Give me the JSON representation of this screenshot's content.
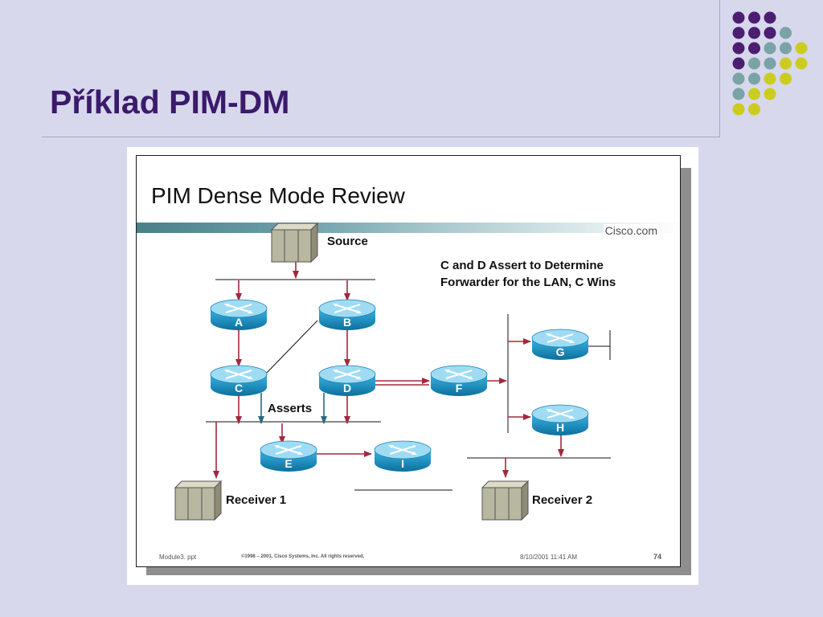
{
  "page_title": "Příklad PIM-DM",
  "decor": {
    "dot_colors": {
      "purple": "#4b1e72",
      "teal": "#7aa3a5",
      "yellow": "#cccc1e"
    }
  },
  "slide": {
    "title": "PIM Dense Mode Review",
    "brand": "Cisco.com",
    "source_label": "Source",
    "note_line1": "C and D Assert to Determine",
    "note_line2": "Forwarder for the LAN, C Wins",
    "asserts_label": "Asserts",
    "receiver1_label": "Receiver 1",
    "receiver2_label": "Receiver 2",
    "routers": [
      "A",
      "B",
      "C",
      "D",
      "E",
      "F",
      "G",
      "H",
      "I"
    ],
    "footer": {
      "left": "Module3. ppt",
      "copyright": "©1998 – 2001, Cisco Systems, Inc. All rights reserved.",
      "date": "8/10/2001 11:41 AM",
      "page": "74"
    },
    "colors": {
      "arrow": "#a3283c",
      "router_body": "#1c9bd0",
      "assert_arrow": "#2a6a7e"
    }
  }
}
